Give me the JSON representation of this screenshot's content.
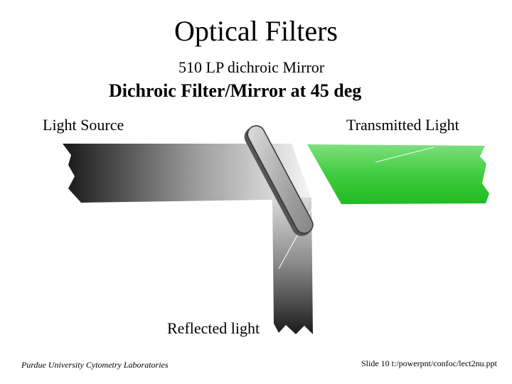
{
  "slide": {
    "title": "Optical Filters",
    "subtitle": "510 LP dichroic Mirror",
    "heading": "Dichroic Filter/Mirror at 45 deg"
  },
  "diagram": {
    "labels": {
      "light_source": "Light Source",
      "transmitted_light": "Transmitted Light",
      "reflected_light": "Reflected light"
    },
    "colors": {
      "transmitted_beam": "#33cc33",
      "mirror": "#a0a0a0"
    }
  },
  "footer": {
    "left": "Purdue University Cytometry Laboratories",
    "right": "Slide 10  t:/powerpnt/confoc/lect2nu.ppt"
  }
}
